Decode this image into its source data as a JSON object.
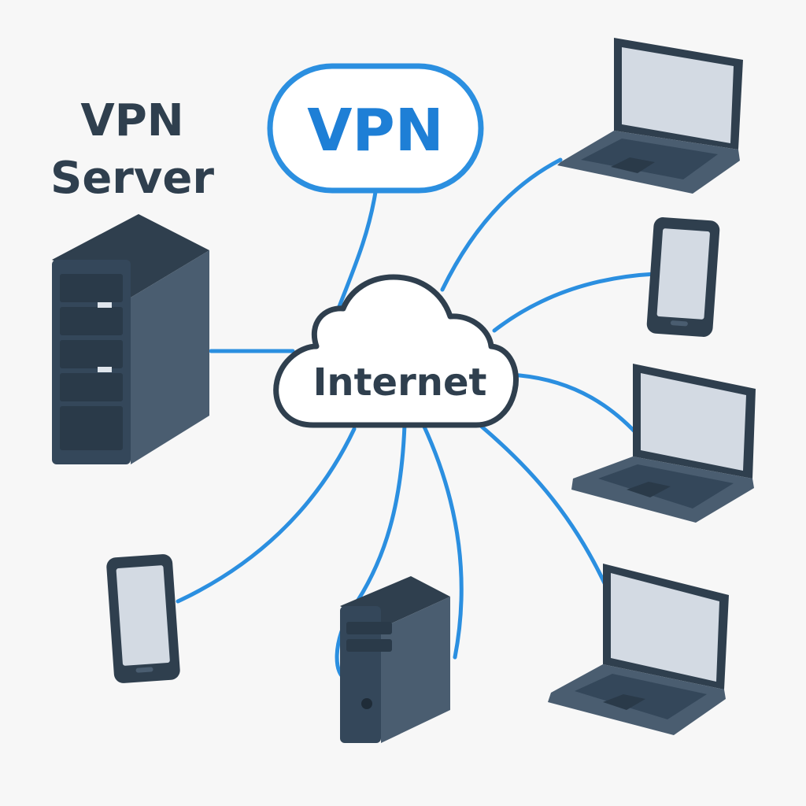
{
  "labels": {
    "server_title_line1": "VPN",
    "server_title_line2": "Server",
    "vpn_badge": "VPN",
    "cloud": "Internet"
  },
  "colors": {
    "background": "#f7f7f7",
    "link_blue": "#2b8fe0",
    "badge_blue": "#1e7fd6",
    "device_dark": "#2f3f4e",
    "device_mid": "#4a5d70",
    "screen_fill": "#d3dae3"
  },
  "nodes": [
    {
      "id": "vpn-server",
      "kind": "rack-server"
    },
    {
      "id": "vpn-badge",
      "kind": "label-pill"
    },
    {
      "id": "internet-cloud",
      "kind": "cloud"
    },
    {
      "id": "laptop-top-right",
      "kind": "laptop"
    },
    {
      "id": "tablet-right",
      "kind": "tablet"
    },
    {
      "id": "laptop-middle-right",
      "kind": "laptop"
    },
    {
      "id": "laptop-bottom-right",
      "kind": "laptop"
    },
    {
      "id": "desktop-tower-bottom",
      "kind": "tower"
    },
    {
      "id": "tablet-bottom-left",
      "kind": "tablet"
    }
  ],
  "edges": [
    {
      "from": "internet-cloud",
      "to": "vpn-server"
    },
    {
      "from": "internet-cloud",
      "to": "vpn-badge"
    },
    {
      "from": "internet-cloud",
      "to": "laptop-top-right"
    },
    {
      "from": "internet-cloud",
      "to": "tablet-right"
    },
    {
      "from": "internet-cloud",
      "to": "laptop-middle-right"
    },
    {
      "from": "internet-cloud",
      "to": "laptop-bottom-right"
    },
    {
      "from": "internet-cloud",
      "to": "desktop-tower-bottom"
    },
    {
      "from": "internet-cloud",
      "to": "tablet-bottom-left"
    }
  ]
}
